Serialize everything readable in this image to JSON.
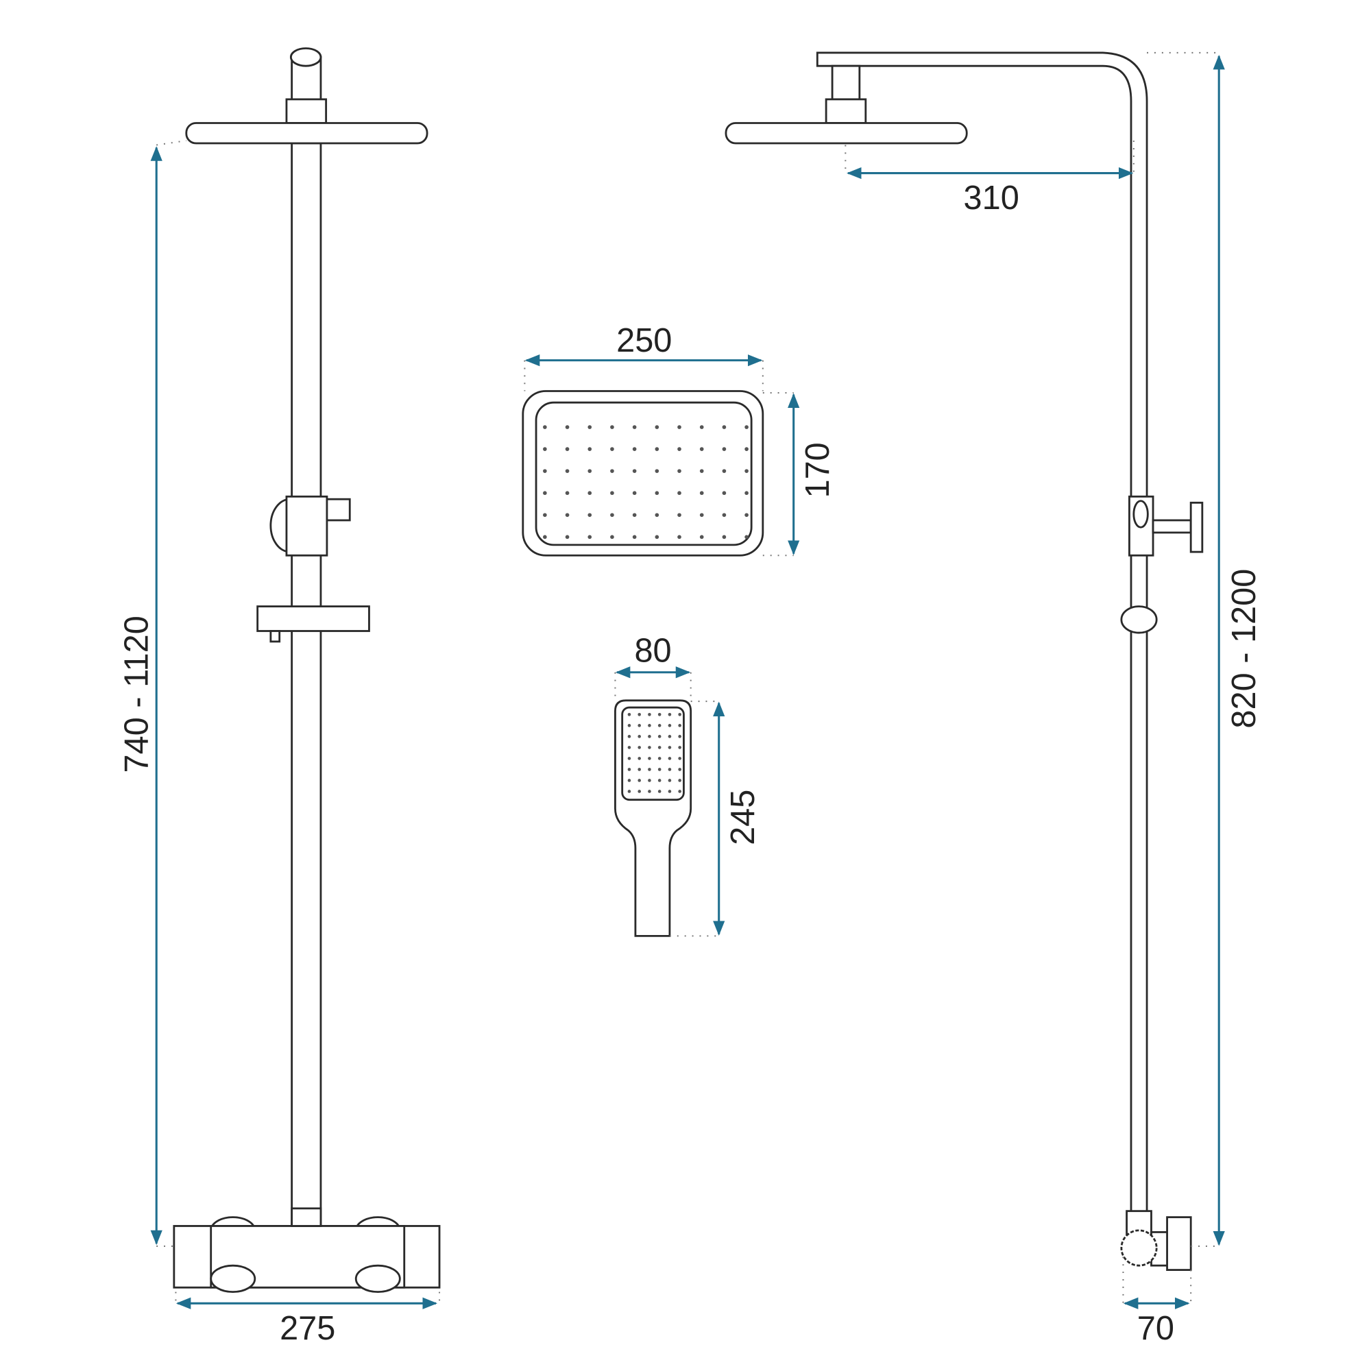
{
  "dimensions": {
    "left_height": "740 - 1120",
    "left_width": "275",
    "arm_length": "310",
    "head_width": "250",
    "head_depth": "170",
    "hand_width": "80",
    "hand_length": "245",
    "right_height": "820 - 1200",
    "right_depth": "70"
  },
  "colors": {
    "dimension": "#1f6f8f",
    "outline": "#2a2a2a"
  }
}
